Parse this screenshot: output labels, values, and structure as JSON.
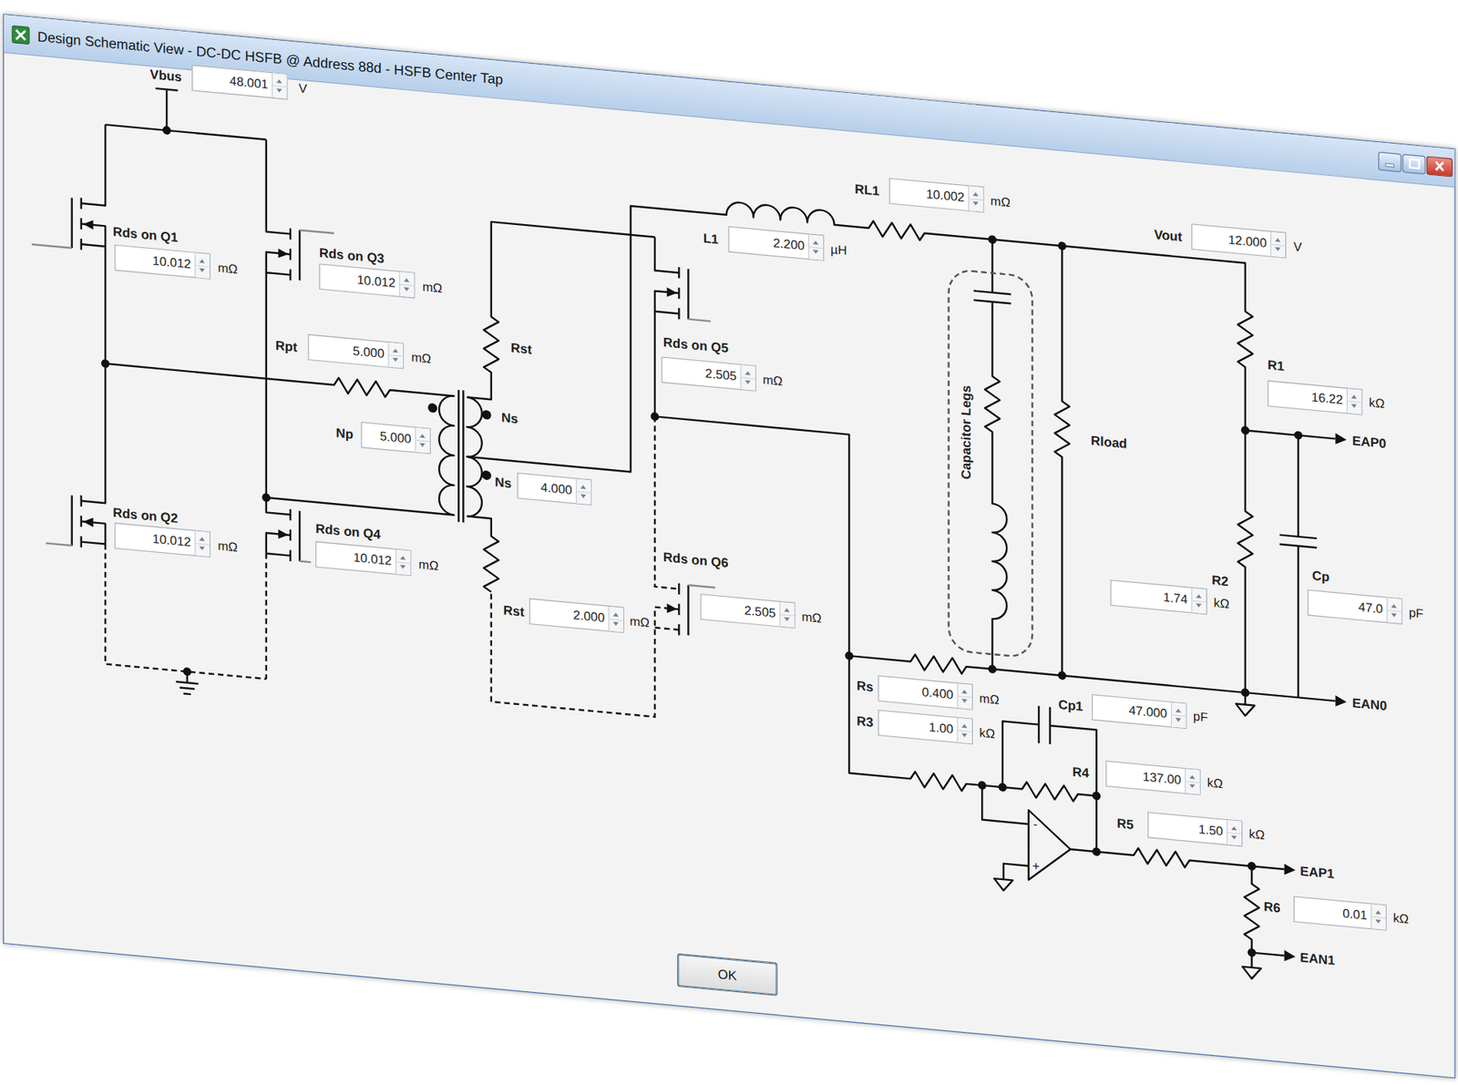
{
  "diagram": {
    "title": "Design Schematic View - DC-DC HSFB @ Address 88d - HSFB Center Tap",
    "nodes": [
      {
        "text": [
          "48.001"
        ]
      },
      {
        "text": [
          "10.012"
        ]
      },
      {
        "text": [
          "10.012"
        ]
      },
      {
        "text": [
          "5.000"
        ]
      },
      {
        "text": [
          "5.000"
        ]
      },
      {
        "text": [
          "4.000"
        ]
      },
      {
        "text": [
          "10.012"
        ]
      },
      {
        "text": [
          "10.012"
        ]
      },
      {
        "text": [
          "2.000"
        ]
      },
      {
        "text": [
          "2.200"
        ]
      },
      {
        "text": [
          "10.002"
        ]
      },
      {
        "text": [
          "2.505"
        ]
      },
      {
        "text": [
          "2.505"
        ]
      },
      {
        "text": [
          "12.000"
        ]
      },
      {
        "text": [
          "16.22"
        ]
      },
      {
        "text": [
          "Capacitor Legs"
        ]
      },
      {
        "text": [
          "1.74"
        ]
      },
      {
        "text": [
          "47.0"
        ]
      },
      {
        "text": [
          "0.400"
        ]
      },
      {
        "text": [
          "1.00"
        ]
      },
      {
        "text": [
          "47.000"
        ]
      },
      {
        "text": [
          "137.00"
        ]
      },
      {
        "text": [
          "1.50"
        ]
      },
      {
        "text": [
          "0.01"
        ]
      },
      {
        "text": [
          "OK"
        ]
      }
    ],
    "labels": [
      "Vbus",
      "V",
      "Rds on Q1",
      "mΩ",
      "Rds on Q3",
      "mΩ",
      "Rpt",
      "mΩ",
      "Np",
      "Ns",
      "Ns",
      "Rst",
      "Rds on Q2",
      "mΩ",
      "Rds on Q4",
      "mΩ",
      "Rst",
      "mΩ",
      "L1",
      "µH",
      "RL1",
      "mΩ",
      "Rds on Q5",
      "mΩ",
      "Rds on Q6",
      "mΩ",
      "Vout",
      "V",
      "Rload",
      "R1",
      "kΩ",
      "EAP0",
      "R2",
      "kΩ",
      "Cp",
      "pF",
      "EAN0",
      "Rs",
      "mΩ",
      "R3",
      "kΩ",
      "Cp1",
      "pF",
      "R4",
      "kΩ",
      "-",
      "+",
      "R5",
      "kΩ",
      "EAP1",
      "R6",
      "kΩ",
      "EAN1"
    ]
  }
}
